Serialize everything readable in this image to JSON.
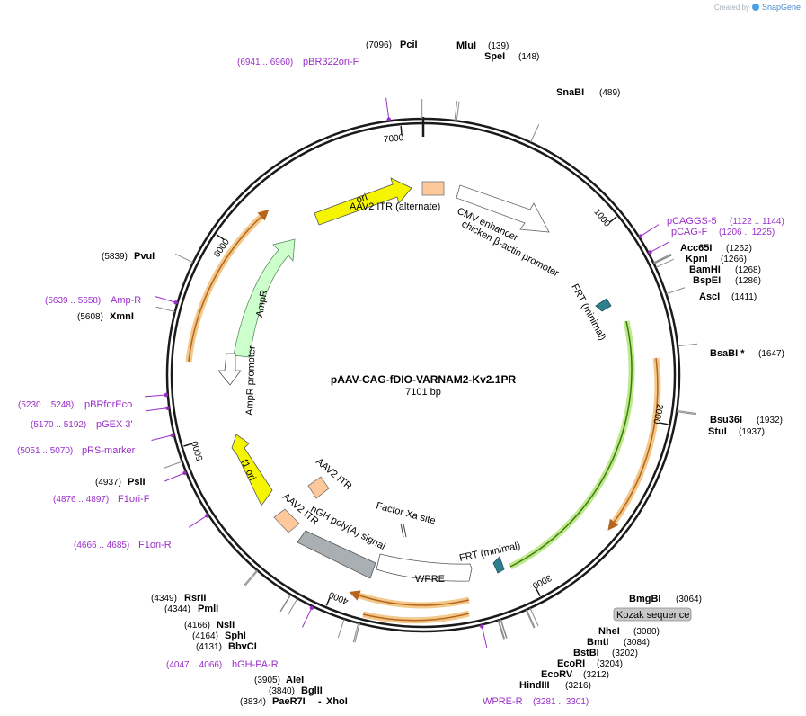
{
  "credit": {
    "created_by": "Created by",
    "brand": "SnapGene"
  },
  "plasmid": {
    "name": "pAAV-CAG-fDIO-VARNAM2-Kv2.1PR",
    "length": "7101 bp",
    "total_bp": 7101
  },
  "ticks": [
    "1000",
    "2000",
    "3000",
    "4000",
    "5000",
    "6000",
    "7000"
  ],
  "sites": [
    {
      "name": "PciI",
      "pos": "(7096)",
      "at": 7096,
      "side": "left"
    },
    {
      "name": "MluI",
      "pos": "(139)",
      "at": 139,
      "side": "right"
    },
    {
      "name": "SpeI",
      "pos": "(148)",
      "at": 148,
      "side": "right"
    },
    {
      "name": "SnaBI",
      "pos": "(489)",
      "at": 489,
      "side": "right"
    },
    {
      "name": "Acc65I",
      "pos": "(1262)",
      "at": 1262,
      "side": "right"
    },
    {
      "name": "KpnI",
      "pos": "(1266)",
      "at": 1266,
      "side": "right"
    },
    {
      "name": "BamHI",
      "pos": "(1268)",
      "at": 1268,
      "side": "right"
    },
    {
      "name": "BspEI",
      "pos": "(1286)",
      "at": 1286,
      "side": "right"
    },
    {
      "name": "AscI",
      "pos": "(1411)",
      "at": 1411,
      "side": "right"
    },
    {
      "name": "BsaBI *",
      "pos": "(1647)",
      "at": 1647,
      "side": "right"
    },
    {
      "name": "Bsu36I",
      "pos": "(1932)",
      "at": 1932,
      "side": "right"
    },
    {
      "name": "StuI",
      "pos": "(1937)",
      "at": 1937,
      "side": "right"
    },
    {
      "name": "BmgBI",
      "pos": "(3064)",
      "at": 3064,
      "side": "right"
    },
    {
      "name": "NheI",
      "pos": "(3080)",
      "at": 3080,
      "side": "right"
    },
    {
      "name": "BmtI",
      "pos": "(3084)",
      "at": 3084,
      "side": "right"
    },
    {
      "name": "BstBI",
      "pos": "(3202)",
      "at": 3202,
      "side": "right"
    },
    {
      "name": "EcoRI",
      "pos": "(3204)",
      "at": 3204,
      "side": "right"
    },
    {
      "name": "EcoRV",
      "pos": "(3212)",
      "at": 3212,
      "side": "right"
    },
    {
      "name": "HindIII",
      "pos": "(3216)",
      "at": 3216,
      "side": "right"
    },
    {
      "name": "XhoI",
      "pos": "",
      "at": 3834,
      "side": "right"
    },
    {
      "name": "PaeR7I",
      "pos": "(3834)",
      "at": 3834,
      "side": "left"
    },
    {
      "name": "BglII",
      "pos": "(3840)",
      "at": 3840,
      "side": "left"
    },
    {
      "name": "AleI",
      "pos": "(3905)",
      "at": 3905,
      "side": "left"
    },
    {
      "name": "BbvCI",
      "pos": "(4131)",
      "at": 4131,
      "side": "left"
    },
    {
      "name": "SphI",
      "pos": "(4164)",
      "at": 4164,
      "side": "left"
    },
    {
      "name": "NsiI",
      "pos": "(4166)",
      "at": 4166,
      "side": "left"
    },
    {
      "name": "PmlI",
      "pos": "(4344)",
      "at": 4344,
      "side": "left"
    },
    {
      "name": "RsrII",
      "pos": "(4349)",
      "at": 4349,
      "side": "left"
    },
    {
      "name": "PsiI",
      "pos": "(4937)",
      "at": 4937,
      "side": "left"
    },
    {
      "name": "XmnI",
      "pos": "(5608)",
      "at": 5608,
      "side": "left"
    },
    {
      "name": "PvuI",
      "pos": "(5839)",
      "at": 5839,
      "side": "left"
    }
  ],
  "primers": [
    {
      "name": "pBR322ori-F",
      "range": "(6941 .. 6960)",
      "at": 6950,
      "side": "left"
    },
    {
      "name": "pCAGGS-5",
      "range": "(1122 .. 1144)",
      "at": 1133,
      "side": "right"
    },
    {
      "name": "pCAG-F",
      "range": "(1206 .. 1225)",
      "at": 1215,
      "side": "right"
    },
    {
      "name": "WPRE-R",
      "range": "(3281 .. 3301)",
      "at": 3291,
      "side": "right"
    },
    {
      "name": "hGH-PA-R",
      "range": "(4047 .. 4066)",
      "at": 4056,
      "side": "left"
    },
    {
      "name": "F1ori-R",
      "range": "(4666 .. 4685)",
      "at": 4675,
      "side": "left"
    },
    {
      "name": "F1ori-F",
      "range": "(4876 .. 4897)",
      "at": 4886,
      "side": "left"
    },
    {
      "name": "pRS-marker",
      "range": "(5051 .. 5070)",
      "at": 5060,
      "side": "left"
    },
    {
      "name": "pGEX 3'",
      "range": "(5170 .. 5192)",
      "at": 5181,
      "side": "left"
    },
    {
      "name": "pBRforEco",
      "range": "(5230 .. 5248)",
      "at": 5239,
      "side": "left"
    },
    {
      "name": "Amp-R",
      "range": "(5639 .. 5658)",
      "at": 5648,
      "side": "left"
    }
  ],
  "features": {
    "ori": "ori",
    "aav2_itr_alt": "AAV2 ITR (alternate)",
    "cmv_enhancer": "CMV enhancer",
    "chicken_promoter": "chicken β-actin promoter",
    "frt_minimal_1": "FRT (minimal)",
    "frt_minimal_2": "FRT (minimal)",
    "ampr": "AmpR",
    "ampr_promoter": "AmpR promoter",
    "f1_ori": "f1 ori",
    "aav2_itr_1": "AAV2 ITR",
    "aav2_itr_2": "AAV2 ITR",
    "hgh_polya": "hGH poly(A) signal",
    "factor_xa": "Factor Xa site",
    "wpre": "WPRE",
    "kozak": "Kozak sequence"
  },
  "colors": {
    "backbone": "#1a1a1a",
    "ori": "#f5f500",
    "itr": "#ffc89a",
    "ampr": "#ccffcc",
    "polya": "#a9afb3",
    "frt": "#2f7f8f",
    "orf_halo": "#f3c98b",
    "orf_green": "#bfe98a",
    "primer": "#9a2fc8"
  }
}
